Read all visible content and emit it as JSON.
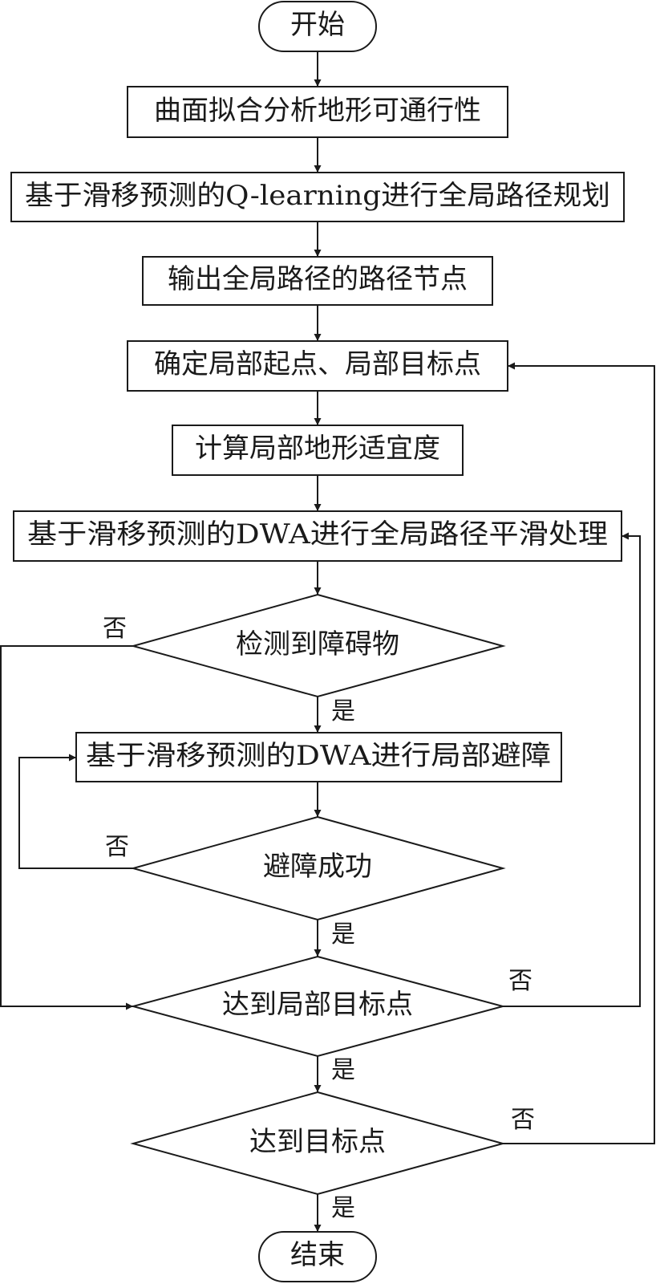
{
  "nodes": {
    "start": "开始",
    "terrain_fit": "曲面拟合分析地形可通行性",
    "global_plan": "基于滑移预测的Q-learning进行全局路径规划",
    "output_nodes": "输出全局路径的路径节点",
    "set_local": "确定局部起点、局部目标点",
    "terrain_suit": "计算局部地形适宜度",
    "dwa_smooth": "基于滑移预测的DWA进行全局路径平滑处理",
    "detect_obstacle": "检测到障碍物",
    "dwa_avoid": "基于滑移预测的DWA进行局部避障",
    "avoid_success": "避障成功",
    "reach_local_goal": "达到局部目标点",
    "reach_goal": "达到目标点",
    "end": "结束"
  },
  "edge_labels": {
    "obstacle_no": "否",
    "obstacle_yes": "是",
    "avoid_no": "否",
    "avoid_yes": "是",
    "local_goal_no": "否",
    "local_goal_yes": "是",
    "goal_no": "否",
    "goal_yes": "是"
  }
}
